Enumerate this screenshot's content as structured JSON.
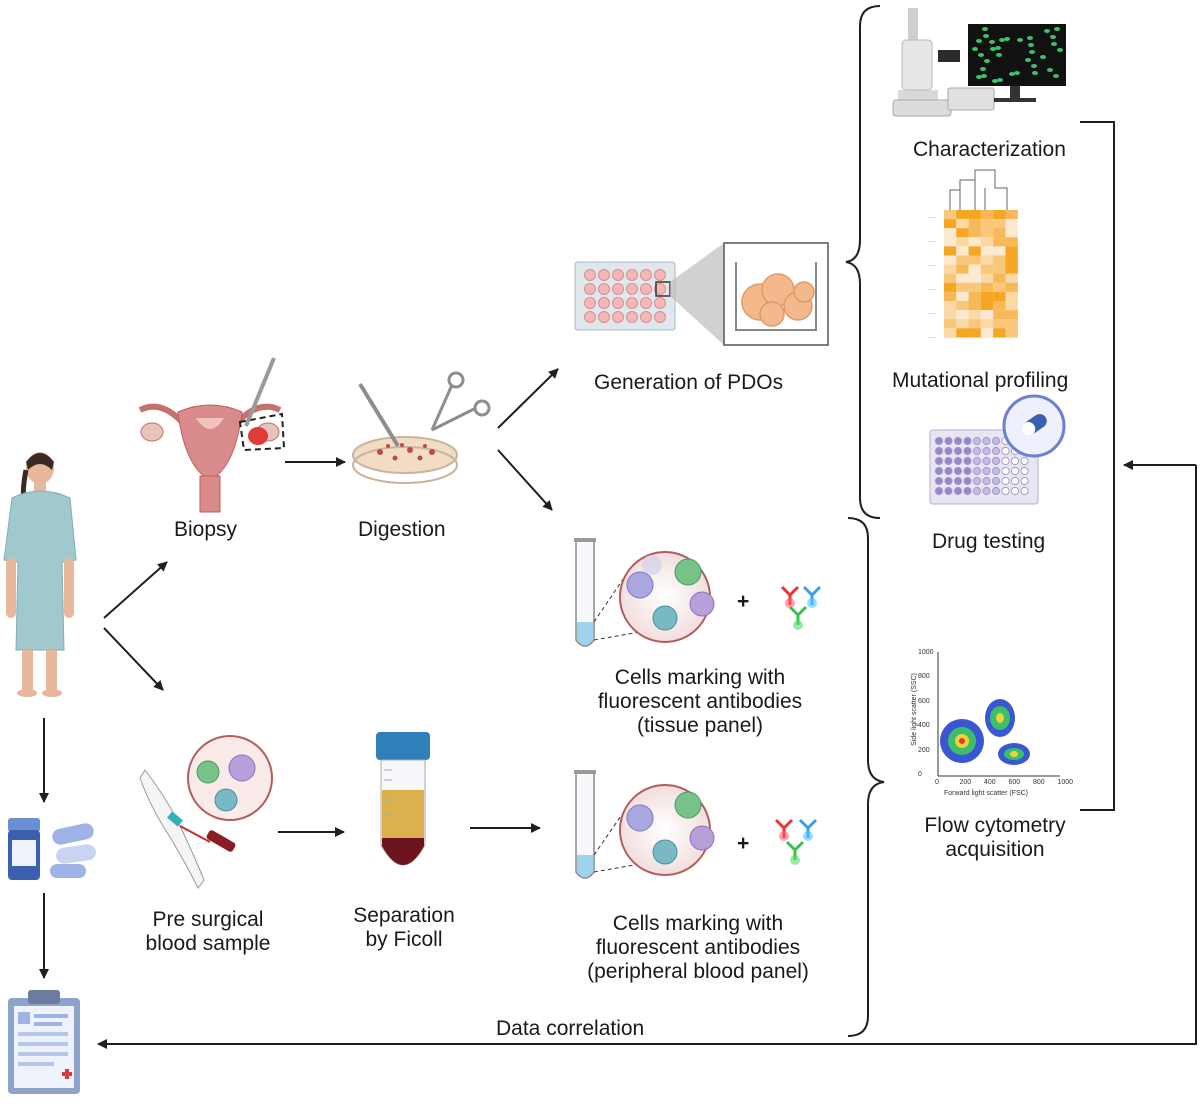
{
  "labels": {
    "biopsy": "Biopsy",
    "digestion": "Digestion",
    "generation_pdos": "Generation of PDOs",
    "characterization": "Characterization",
    "mutational_profiling": "Mutational profiling",
    "drug_testing": "Drug testing",
    "cells_tissue_l1": "Cells marking with",
    "cells_tissue_l2": "fluorescent antibodies",
    "cells_tissue_l3": "(tissue panel)",
    "cells_blood_l1": "Cells marking with",
    "cells_blood_l2": "fluorescent antibodies",
    "cells_blood_l3": "(peripheral blood panel)",
    "flow_l1": "Flow cytometry",
    "flow_l2": "acquisition",
    "blood_l1": "Pre surgical",
    "blood_l2": "blood sample",
    "separation_l1": "Separation",
    "separation_l2": "by Ficoll",
    "data_correlation": "Data correlation",
    "plus": "+"
  },
  "flow_plot": {
    "xlabel": "Forward light scatter (FSC)",
    "ylabel": "Side light scatter (SSC)",
    "x_ticks": [
      "0",
      "200",
      "400",
      "600",
      "800",
      "1000"
    ],
    "y_ticks": [
      "0",
      "200",
      "400",
      "600",
      "800",
      "1000"
    ]
  },
  "colors": {
    "arrow": "#1f1f1f",
    "gown": "#9fc9cc",
    "uterus": "#d98b8b",
    "pdo": "#f3b98c",
    "heatmap": "#f5a623",
    "drug_wells": "#a28fd0",
    "ficoll_top": "#d8a73a",
    "ficoll_bottom": "#6e1320",
    "cap": "#2f7fb8"
  }
}
